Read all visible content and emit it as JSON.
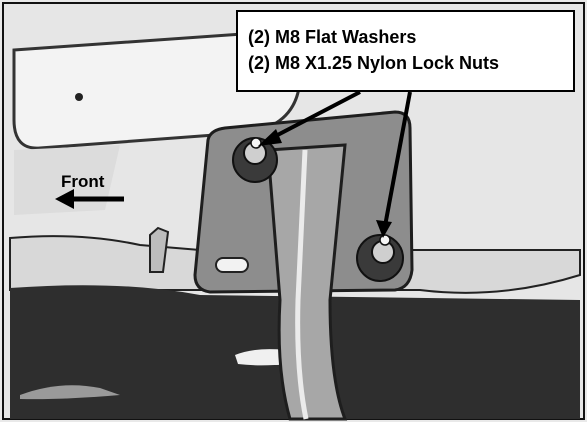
{
  "callout": {
    "line1": "(2) M8 Flat Washers",
    "line2": "(2) M8 X1.25 Nylon Lock Nuts"
  },
  "direction_label": "Front",
  "colors": {
    "photo_light": "#ececec",
    "photo_mid": "#cfcfcf",
    "photo_dark": "#2b2b2b",
    "line": "#000000"
  }
}
